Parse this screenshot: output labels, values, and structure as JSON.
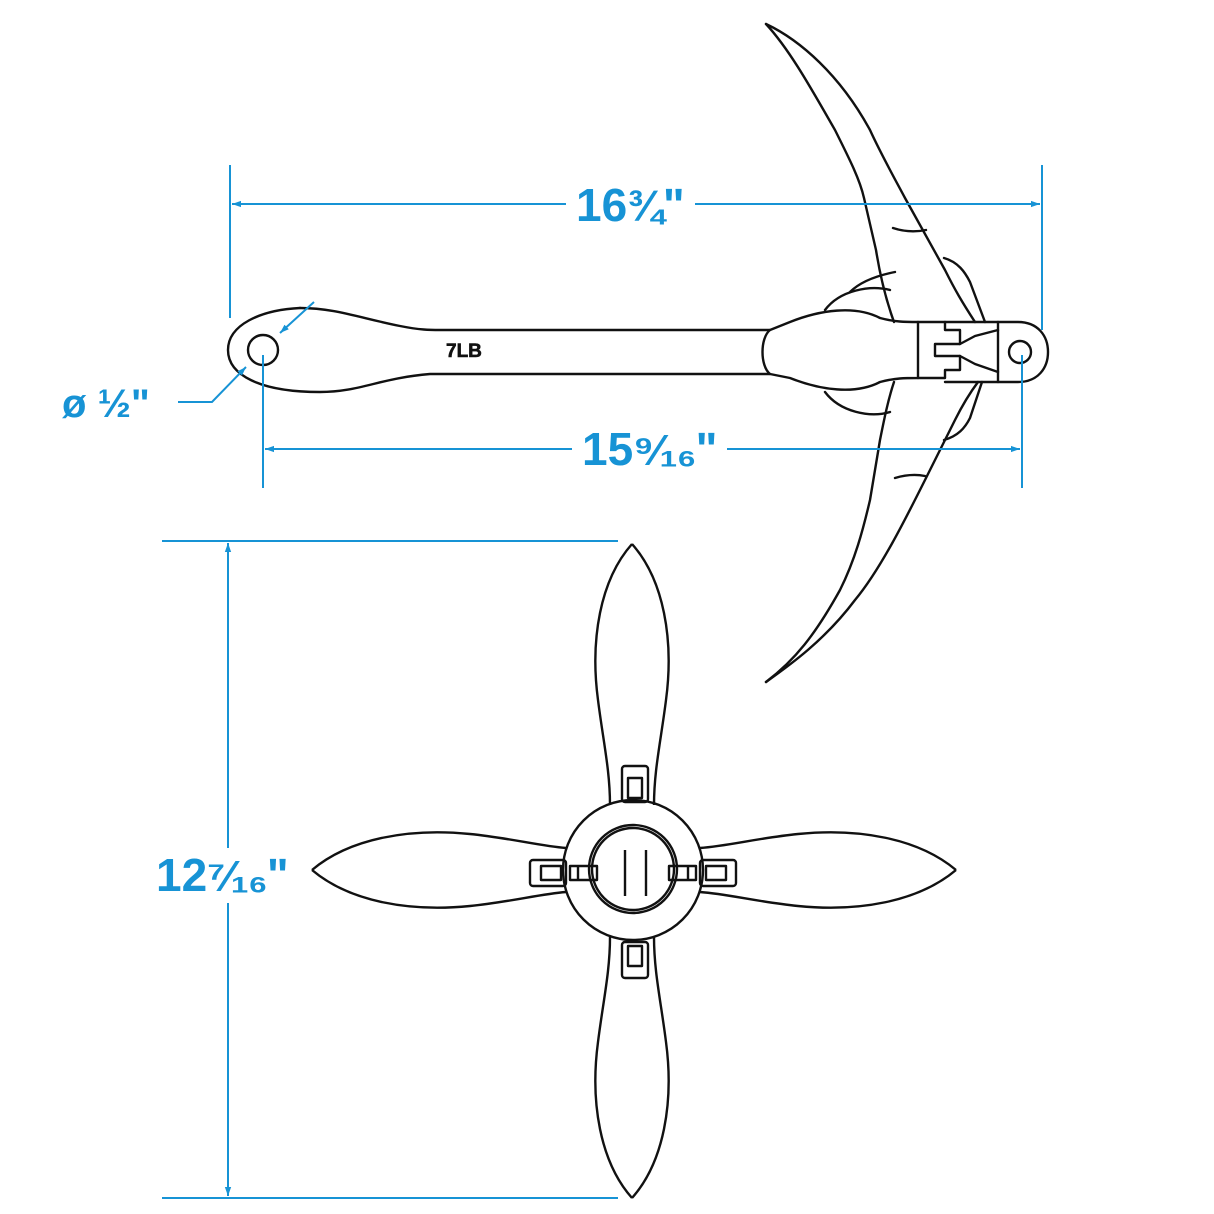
{
  "diagram": {
    "subject": "Folding grapnel anchor",
    "views": [
      "side view",
      "top view"
    ],
    "weight_stamp": "7LB",
    "colors": {
      "dimension": "#1793d5",
      "outline": "#111111",
      "background": "#ffffff"
    }
  },
  "dimensions": {
    "overall_length": {
      "whole": "16",
      "fraction": "¾",
      "unit": "\"",
      "text": "16¾\""
    },
    "eye_to_eye_length": {
      "whole": "15",
      "fraction": "⁹⁄₁₆",
      "unit": "\"",
      "text": "15 9/16\""
    },
    "open_span": {
      "whole": "12",
      "fraction": "⁷⁄₁₆",
      "unit": "\"",
      "text": "12 7/16\""
    },
    "eye_diameter": {
      "symbol": "ø",
      "value": "½",
      "unit": "\"",
      "text": "ø ½\""
    }
  }
}
